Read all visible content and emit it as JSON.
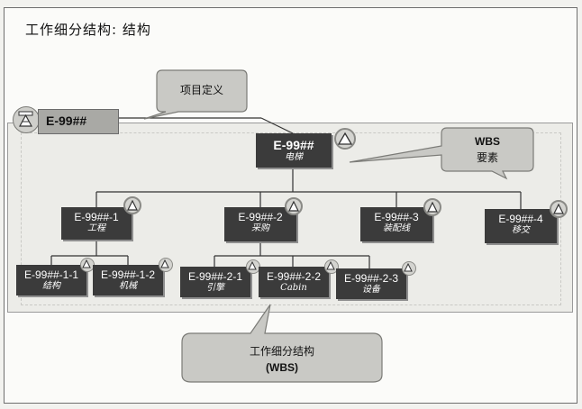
{
  "title": "工作细分结构: 结构",
  "project": {
    "code": "E-99##"
  },
  "callouts": {
    "project_definition": "项目定义",
    "wbs_element_line1": "WBS",
    "wbs_element_line2": "要素",
    "wbs_line1": "工作细分结构",
    "wbs_line2": "(WBS)"
  },
  "root": {
    "code": "E-99##",
    "sub": "电梯"
  },
  "level1": [
    {
      "code": "E-99##-1",
      "sub": "工程"
    },
    {
      "code": "E-99##-2",
      "sub": "采购"
    },
    {
      "code": "E-99##-3",
      "sub": "装配线"
    },
    {
      "code": "E-99##-4",
      "sub": "移交"
    }
  ],
  "level2": [
    {
      "code": "E-99##-1-1",
      "sub": "结构"
    },
    {
      "code": "E-99##-1-2",
      "sub": "机械"
    },
    {
      "code": "E-99##-2-1",
      "sub": "引擎"
    },
    {
      "code": "E-99##-2-2",
      "sub": "Cabin"
    },
    {
      "code": "E-99##-2-3",
      "sub": "设备"
    }
  ],
  "icons": {
    "element_status": "triangle-icon",
    "project_definition": "project-definition-icon"
  },
  "colors": {
    "box_fill": "#3b3b3b",
    "box_text": "#ffffff",
    "callout_fill": "#c9c9c5",
    "panel_fill": "#ecece8",
    "project_box_fill": "#a9a9a5"
  }
}
